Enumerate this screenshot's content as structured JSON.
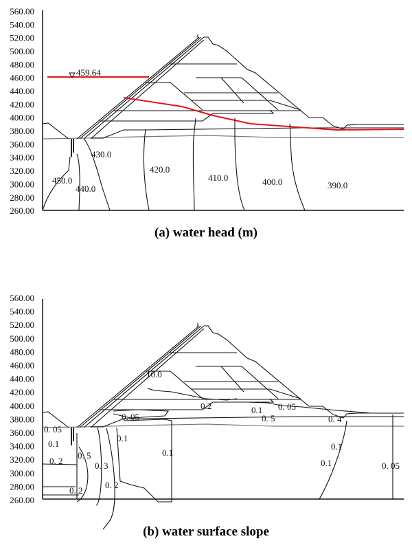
{
  "yticks": [
    "560.00",
    "540.00",
    "520.00",
    "500.00",
    "480.00",
    "460.00",
    "440.00",
    "420.00",
    "400.00",
    "380.00",
    "360.00",
    "340.00",
    "320.00",
    "300.00",
    "280.00",
    "260.00"
  ],
  "panel_a": {
    "caption": "(a) water head (m)",
    "water_level": "459.64",
    "contours": [
      "450.0",
      "440.0",
      "430.0",
      "420.0",
      "410.0",
      "400.0",
      "390.0"
    ],
    "colors": {
      "water_line": "#e3141b"
    }
  },
  "panel_b": {
    "caption": "(b) water surface slope",
    "contours": [
      "10.0",
      "0.2",
      "0.1",
      "0. 05",
      "0. 5",
      "0. 4",
      "0. 05",
      "0. 05",
      "0.1",
      "0.1",
      "0.1",
      "0.1",
      "0.1",
      "0. 2",
      "0. 5",
      "0. 3",
      "0. 2",
      "0. 2",
      "0. 05"
    ]
  }
}
